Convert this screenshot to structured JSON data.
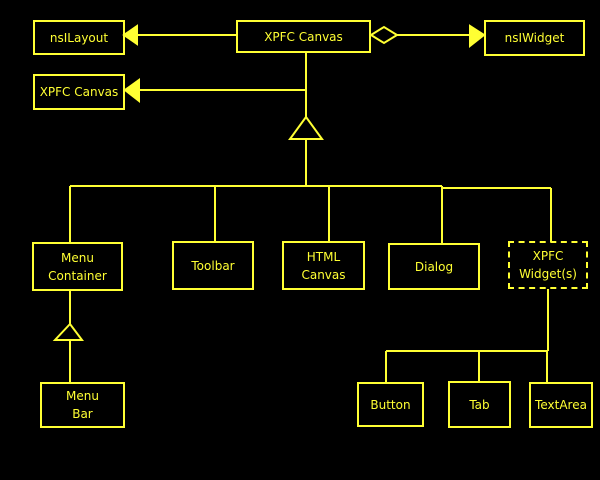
{
  "colors": {
    "background": "#000000",
    "stroke": "#ffff33"
  },
  "nodes": {
    "nsILayout": "nsILayout",
    "xpfcCanvasTop": "XPFC Canvas",
    "nsIWidget": "nsIWidget",
    "xpfcCanvasLeft": "XPFC Canvas",
    "menuContainer": "Menu\nContainer",
    "toolbar": "Toolbar",
    "htmlCanvas": "HTML\nCanvas",
    "dialog": "Dialog",
    "xpfcWidgets": "XPFC\nWidget(s)",
    "menuBar": "Menu\nBar",
    "button": "Button",
    "tab": "Tab",
    "textArea": "TextArea"
  },
  "relations": [
    {
      "from": "XPFC Canvas",
      "to": "nsILayout",
      "type": "association"
    },
    {
      "from": "XPFC Canvas",
      "to": "nsIWidget",
      "type": "aggregation"
    },
    {
      "from": "XPFC Canvas",
      "to": "XPFC Canvas",
      "type": "association"
    },
    {
      "from": "Menu Container",
      "to": "XPFC Canvas",
      "type": "inheritance"
    },
    {
      "from": "Toolbar",
      "to": "XPFC Canvas",
      "type": "inheritance"
    },
    {
      "from": "HTML Canvas",
      "to": "XPFC Canvas",
      "type": "inheritance"
    },
    {
      "from": "Dialog",
      "to": "XPFC Canvas",
      "type": "inheritance"
    },
    {
      "from": "XPFC Widget(s)",
      "to": "XPFC Canvas",
      "type": "inheritance"
    },
    {
      "from": "Menu Bar",
      "to": "Menu Container",
      "type": "inheritance"
    },
    {
      "from": "Button",
      "to": "XPFC Widget(s)",
      "type": "composition"
    },
    {
      "from": "Tab",
      "to": "XPFC Widget(s)",
      "type": "composition"
    },
    {
      "from": "TextArea",
      "to": "XPFC Widget(s)",
      "type": "composition"
    }
  ]
}
